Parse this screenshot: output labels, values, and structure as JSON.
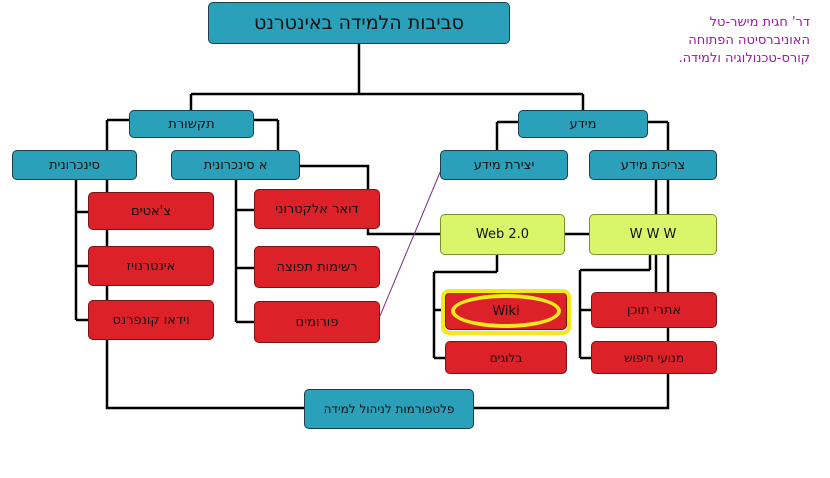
{
  "title": "סביבות הלמידה באינטרנט",
  "credit": [
    "דר' חגית מישר-טל",
    "האוניברסיטה הפתוחה",
    "קורס-טכנולוגיה ולמידה."
  ],
  "branches": {
    "communication": "תקשורת",
    "information": "מידע"
  },
  "communication": {
    "sync": {
      "label": "סינכרונית",
      "items": [
        "צ'אטים",
        "אינטרנויז",
        "וידאו קונפרנס"
      ]
    },
    "async": {
      "label": "א סינכרונית",
      "items": [
        "דואר אלקטרוני",
        "רשימות תפוצה",
        "פורומים"
      ]
    }
  },
  "information": {
    "creation": {
      "label": "יצירת מידע",
      "platform": "Web 2.0",
      "items": [
        "Wiki",
        "בלוגים"
      ]
    },
    "consumption": {
      "label": "צריכת מידע",
      "platform": "W W W",
      "items": [
        "אתרי תוכן",
        "מנועי חיפוש"
      ]
    }
  },
  "platforms": "פלטפורמות לניהול למידה",
  "colors": {
    "teal": "#2aa0ba",
    "red": "#dd2128",
    "lime": "#d9f56a",
    "highlight": "#f2ea1a",
    "credit": "#9b18a8"
  }
}
